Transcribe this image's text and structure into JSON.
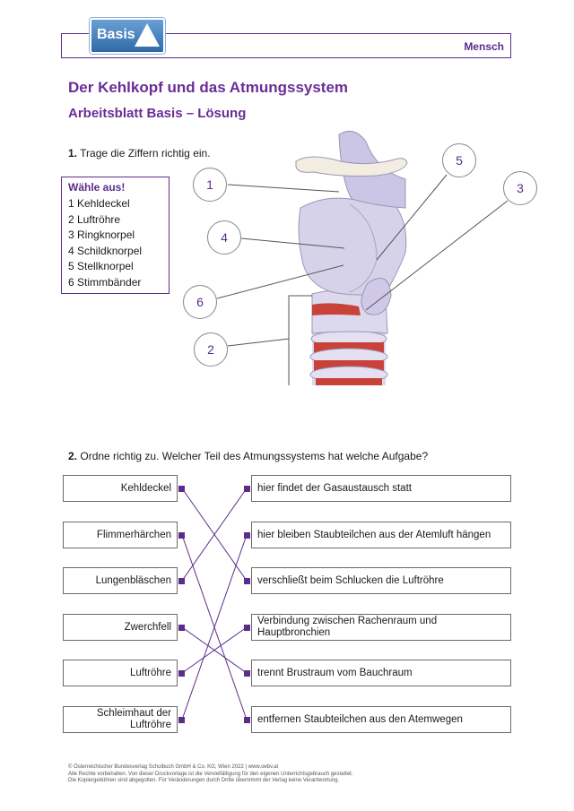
{
  "header": {
    "logo_text": "Basis",
    "subject": "Mensch"
  },
  "title": "Der Kehlkopf und das Atmungssystem",
  "subtitle": "Arbeitsblatt Basis – Lösung",
  "task1": {
    "number": "1.",
    "text": "Trage die Ziffern richtig ein."
  },
  "choices": {
    "title": "Wähle aus!",
    "items": [
      "1 Kehldeckel",
      "2 Luftröhre",
      "3 Ringknorpel",
      "4 Schildknorpel",
      "5 Stellknorpel",
      "6 Stimmbänder"
    ]
  },
  "diagram_labels": [
    "1",
    "5",
    "3",
    "4",
    "6",
    "2"
  ],
  "task2": {
    "number": "2.",
    "text": "Ordne richtig zu. Welcher Teil des Atmungssystems hat welche Aufgabe?"
  },
  "left_items": [
    "Kehldeckel",
    "Flimmerhärchen",
    "Lungenbläschen",
    "Zwerchfell",
    "Luftröhre",
    "Schleimhaut der Luftröhre"
  ],
  "right_items": [
    "hier findet der Gasaustausch statt",
    "hier bleiben Staubteilchen aus der Atemluft hängen",
    "verschließt beim Schlucken die Luftröhre",
    "Verbindung zwischen Rachenraum und Hauptbronchien",
    "trennt Brustraum vom Bauchraum",
    "entfernen Staubteilchen aus den Atemwegen"
  ],
  "matches": [
    2,
    5,
    0,
    4,
    3,
    1
  ],
  "colors": {
    "accent": "#5b2d8a",
    "cartilage": "#dcd8ee",
    "muscle": "#c8423a"
  },
  "footer": [
    "© Österreichischer Bundesverlag Schulbuch GmbH & Co. KG, Wien 2022 | www.oebv.at",
    "Alle Rechte vorbehalten. Von dieser Druckvorlage ist die Vervielfältigung für den eigenen Unterrichtsgebrauch gestattet.",
    "Die Kopiergebühren sind abgegolten. Für Veränderungen durch Dritte übernimmt der Verlag keine Verantwortung."
  ]
}
